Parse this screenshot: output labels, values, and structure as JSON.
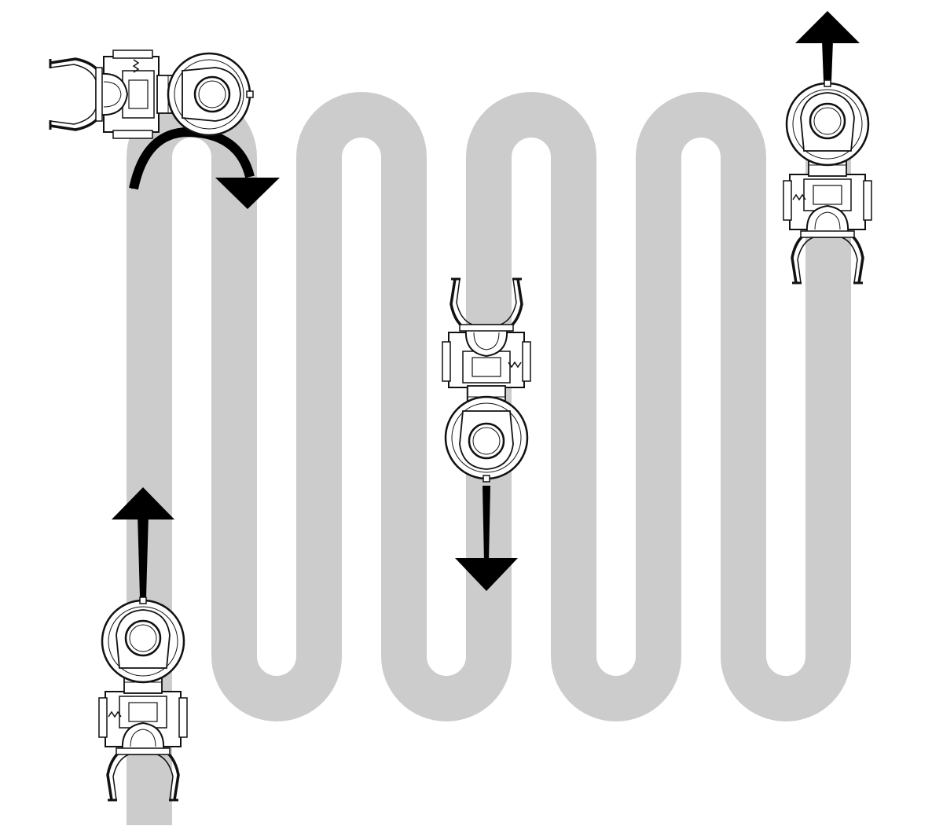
{
  "diagram": {
    "description_visible_text": "",
    "path": {
      "color": "#cccccc",
      "pattern": "serpentine",
      "passes": 9
    },
    "arrows": {
      "color": "#000000",
      "items": [
        {
          "name": "start-up-arrow",
          "direction": "up"
        },
        {
          "name": "turn-arrow",
          "direction": "down"
        },
        {
          "name": "middle-down-arrow",
          "direction": "down"
        },
        {
          "name": "end-up-arrow",
          "direction": "up"
        }
      ]
    },
    "machines": {
      "line_color": "#111111",
      "fill_color": "#ffffff",
      "items": [
        {
          "name": "machine-start",
          "orientation": "up"
        },
        {
          "name": "machine-turning",
          "orientation": "right"
        },
        {
          "name": "machine-middle",
          "orientation": "down"
        },
        {
          "name": "machine-end",
          "orientation": "up"
        }
      ]
    }
  }
}
